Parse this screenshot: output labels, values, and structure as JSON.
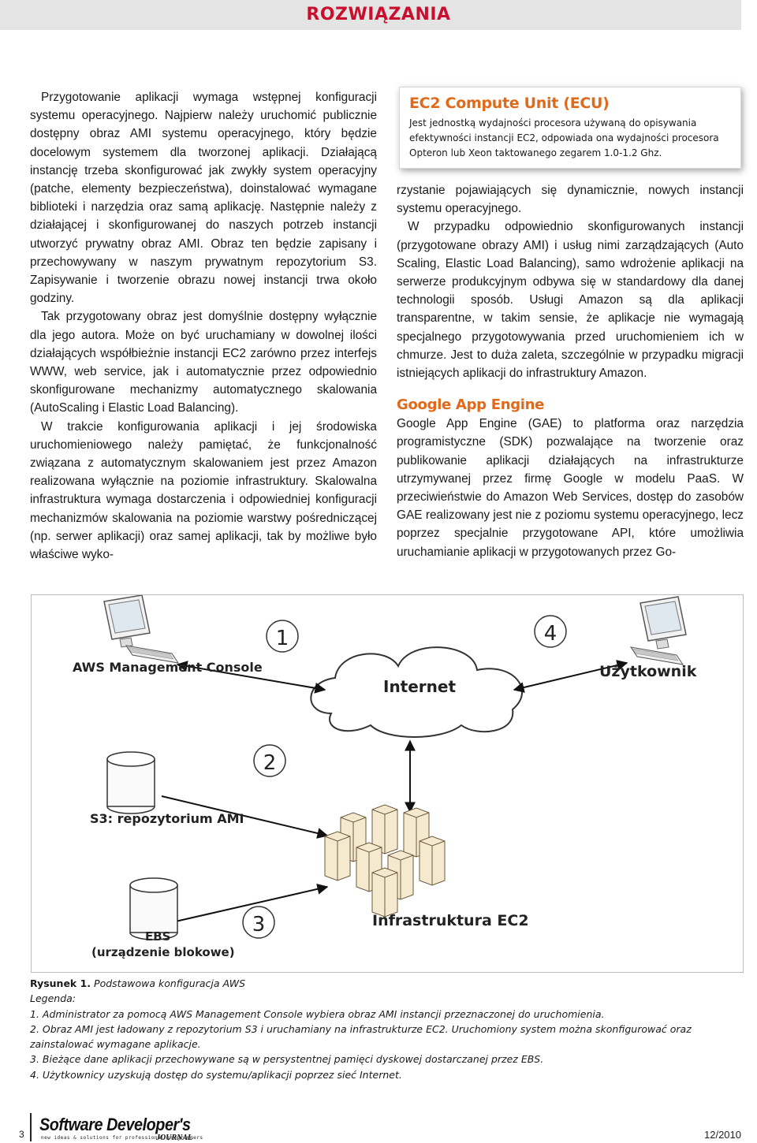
{
  "header": {
    "title": "ROZWIĄZANIA"
  },
  "left_column": {
    "paragraphs": [
      "Przygotowanie aplikacji wymaga wstępnej konfiguracji systemu operacyjnego. Najpierw należy uruchomić publicznie dostępny obraz AMI systemu operacyjnego, który będzie docelowym systemem dla tworzonej aplikacji. Działającą instancję trzeba skonfigurować jak zwykły system operacyjny (patche, elementy bezpieczeństwa), doinstalować wymagane biblioteki i narzędzia oraz samą aplikację. Następnie należy z działającej i skonfigurowanej do naszych potrzeb instancji utworzyć prywatny obraz AMI. Obraz ten będzie zapisany i przechowywany w naszym prywatnym repozytorium S3. Zapisywanie i tworzenie obrazu nowej instancji trwa około godziny.",
      "Tak przygotowany obraz jest domyślnie dostępny wyłącznie dla jego autora. Może on być uruchamiany w dowolnej ilości działających współbieżnie instancji EC2 zarówno przez interfejs WWW, web service, jak i automatycznie przez odpowiednio skonfigurowane mechanizmy automatycznego skalowania (AutoScaling i Elastic Load Balancing).",
      "W trakcie konfigurowania aplikacji i jej środowiska uruchomieniowego należy pamiętać, że funkcjonalność związana z automatycznym skalowaniem jest przez Amazon realizowana wyłącznie na poziomie infrastruktury. Skalowalna infrastruktura wymaga dostarczenia i odpowiedniej konfiguracji mechanizmów skalowania na poziomie warstwy pośredniczącej (np. serwer aplikacji) oraz samej aplikacji, tak by możliwe było właściwe wyko-"
    ]
  },
  "sidebox": {
    "title": "EC2 Compute Unit (ECU)",
    "body": "Jest jednostką wydajności procesora używaną do opisywania efektywności instancji EC2, odpowiada ona wydajności procesora Opteron lub Xeon taktowanego zegarem 1.0-1.2 Ghz."
  },
  "right_column": {
    "paragraphs": [
      "rzystanie pojawiających się dynamicznie, nowych instancji systemu operacyjnego.",
      "W przypadku odpowiednio skonfigurowanych instancji (przygotowane obrazy AMI) i usług nimi zarządzających (Auto Scaling, Elastic Load Balancing), samo wdrożenie aplikacji na serwerze produkcyjnym odbywa się w standardowy dla danej technologii sposób. Usługi Amazon są dla aplikacji transparentne, w takim sensie, że aplikacje nie wymagają specjalnego przygotowywania przed uruchomieniem ich w chmurze. Jest to duża zaleta, szczególnie w przypadku migracji istniejących aplikacji do infrastruktury Amazon."
    ],
    "section_title": "Google App Engine",
    "section_paragraph": "Google App Engine (GAE) to platforma oraz narzędzia programistyczne (SDK) pozwalające na tworzenie oraz publikowanie aplikacji działających na infrastrukturze utrzymywanej przez firmę Google w modelu PaaS. W przeciwieństwie do Amazon Web Services, dostęp do zasobów GAE realizowany jest nie z poziomu systemu operacyjnego, lecz poprzez specjalnie przygotowane API, które umożliwia uruchamianie aplikacji w przygotowanych przez Go-"
  },
  "figure": {
    "labels": {
      "console": "AWS Management Console",
      "internet": "Internet",
      "user": "Użytkownik",
      "s3": "S3: repozytorium AMI",
      "ebs_line1": "EBS",
      "ebs_line2": "(urządzenie blokowe)",
      "ec2": "Infrastruktura EC2"
    },
    "numbers": [
      "1",
      "2",
      "3",
      "4"
    ],
    "icons": [
      "computer-icon",
      "cloud-icon",
      "database-icon",
      "server-rack-icon"
    ]
  },
  "caption": {
    "figure_label": "Rysunek 1",
    "figure_title": "Podstawowa konfiguracja AWS",
    "legend_label": "Legenda:",
    "items": [
      "1. Administrator za pomocą AWS Management Console wybiera obraz AMI instancji przeznaczonej do uruchomienia.",
      "2. Obraz AMI jest ładowany z repozytorium S3 i uruchamiany na infrastrukturze EC2. Uruchomiony system można skonfigurować oraz zainstalować wymagane aplikacje.",
      "3. Bieżące dane aplikacji przechowywane są w persystentnej pamięci dyskowej dostarczanej przez EBS.",
      "4. Użytkownicy uzyskują dostęp do systemu/aplikacji poprzez sieć Internet."
    ]
  },
  "footer": {
    "page_number": "3",
    "logo_main": "Software Developer's",
    "logo_tagline": "new ideas & solutions for professional programmers",
    "logo_journal": "JOURNAL",
    "issue": "12/2010"
  },
  "colors": {
    "accent": "#e0691a",
    "header_title": "#c8102e",
    "header_bar": "#e4e4e4"
  }
}
